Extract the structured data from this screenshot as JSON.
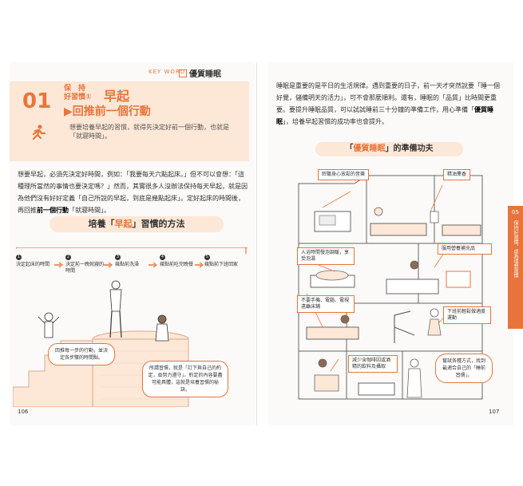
{
  "left_page": {
    "keyword_label": "KEY WORD",
    "keyword": "優質睡眠",
    "number": "01",
    "keep_line1": "保　持",
    "keep_line2": "好習慣①",
    "title": "早起",
    "subtitle": "▶回推前一個行動",
    "note": "想要培養早起的習慣，就得先決定好前一個行動，也就是「就寢時間」。",
    "para_1": "想要早起，必須先決定好時間，例如：「我要每天六點起床。」但不可以會想：「這種理所當然的事情也要決定嗎？」然而，其實很多人沒辦法保持每天早起，就是因為他們沒有好好定義「自己所說的早起，到底是幾點起床」。定好起床的時間後，再回推",
    "para_bold": "前一個行動",
    "para_2": "「就寢時間」。",
    "section_prefix": "培養「",
    "section_highlight": "早起",
    "section_suffix": "」習慣的方法",
    "steps": [
      {
        "n": "1",
        "text": "決定起床的時間"
      },
      {
        "n": "2",
        "text": "決定前一晚就寢的時間"
      },
      {
        "n": "3",
        "text": "幾點前洗澡"
      },
      {
        "n": "4",
        "text": "幾點前吃完晚餐"
      },
      {
        "n": "5",
        "text": "幾點前下班回家"
      }
    ],
    "bubble_left": "回推每一步的行動，並決定各步驟的時間點。",
    "bubble_right": "所謂習慣，就是「訂下與自己的約定，並努力遵守」。約定的內容要盡可能具體，這就是培養習慣的秘訣。",
    "page_number": "106"
  },
  "right_page": {
    "para_a": "睡眠是重要的是平日的生活規律。遇到重要的日子，前一天才突然說要「睡一個好覺，儲備明天的活力」，可不會那麼順利。還有，睡眠的「品質」比時間更重要。要提升睡眠品質，可以試試睡前三十分鐘的準備工作，用心準備「",
    "para_bold": "優質睡眠",
    "para_b": "」，培養早起習慣的成功率也會提升。",
    "pill_prefix": "「",
    "pill_highlight": "優質睡眠",
    "pill_suffix": "」的準備功夫",
    "callouts": [
      "聆聽身心放鬆的音樂",
      "精油薰香",
      "入浴時間慢泡調暖，享受泡湯",
      "服用營養補充品",
      "不要手機、電腦、電視遠離床鋪",
      "下班前輕鬆做適度運動",
      "減少含咖啡因或酒精的飲料及攝取"
    ],
    "speech": "嘗試各種方式，找到最適合自己的「睡前習慣」。",
    "tab_number": "05",
    "tab_text": "保持好習慣，成為理想習慣",
    "page_number": "107"
  }
}
